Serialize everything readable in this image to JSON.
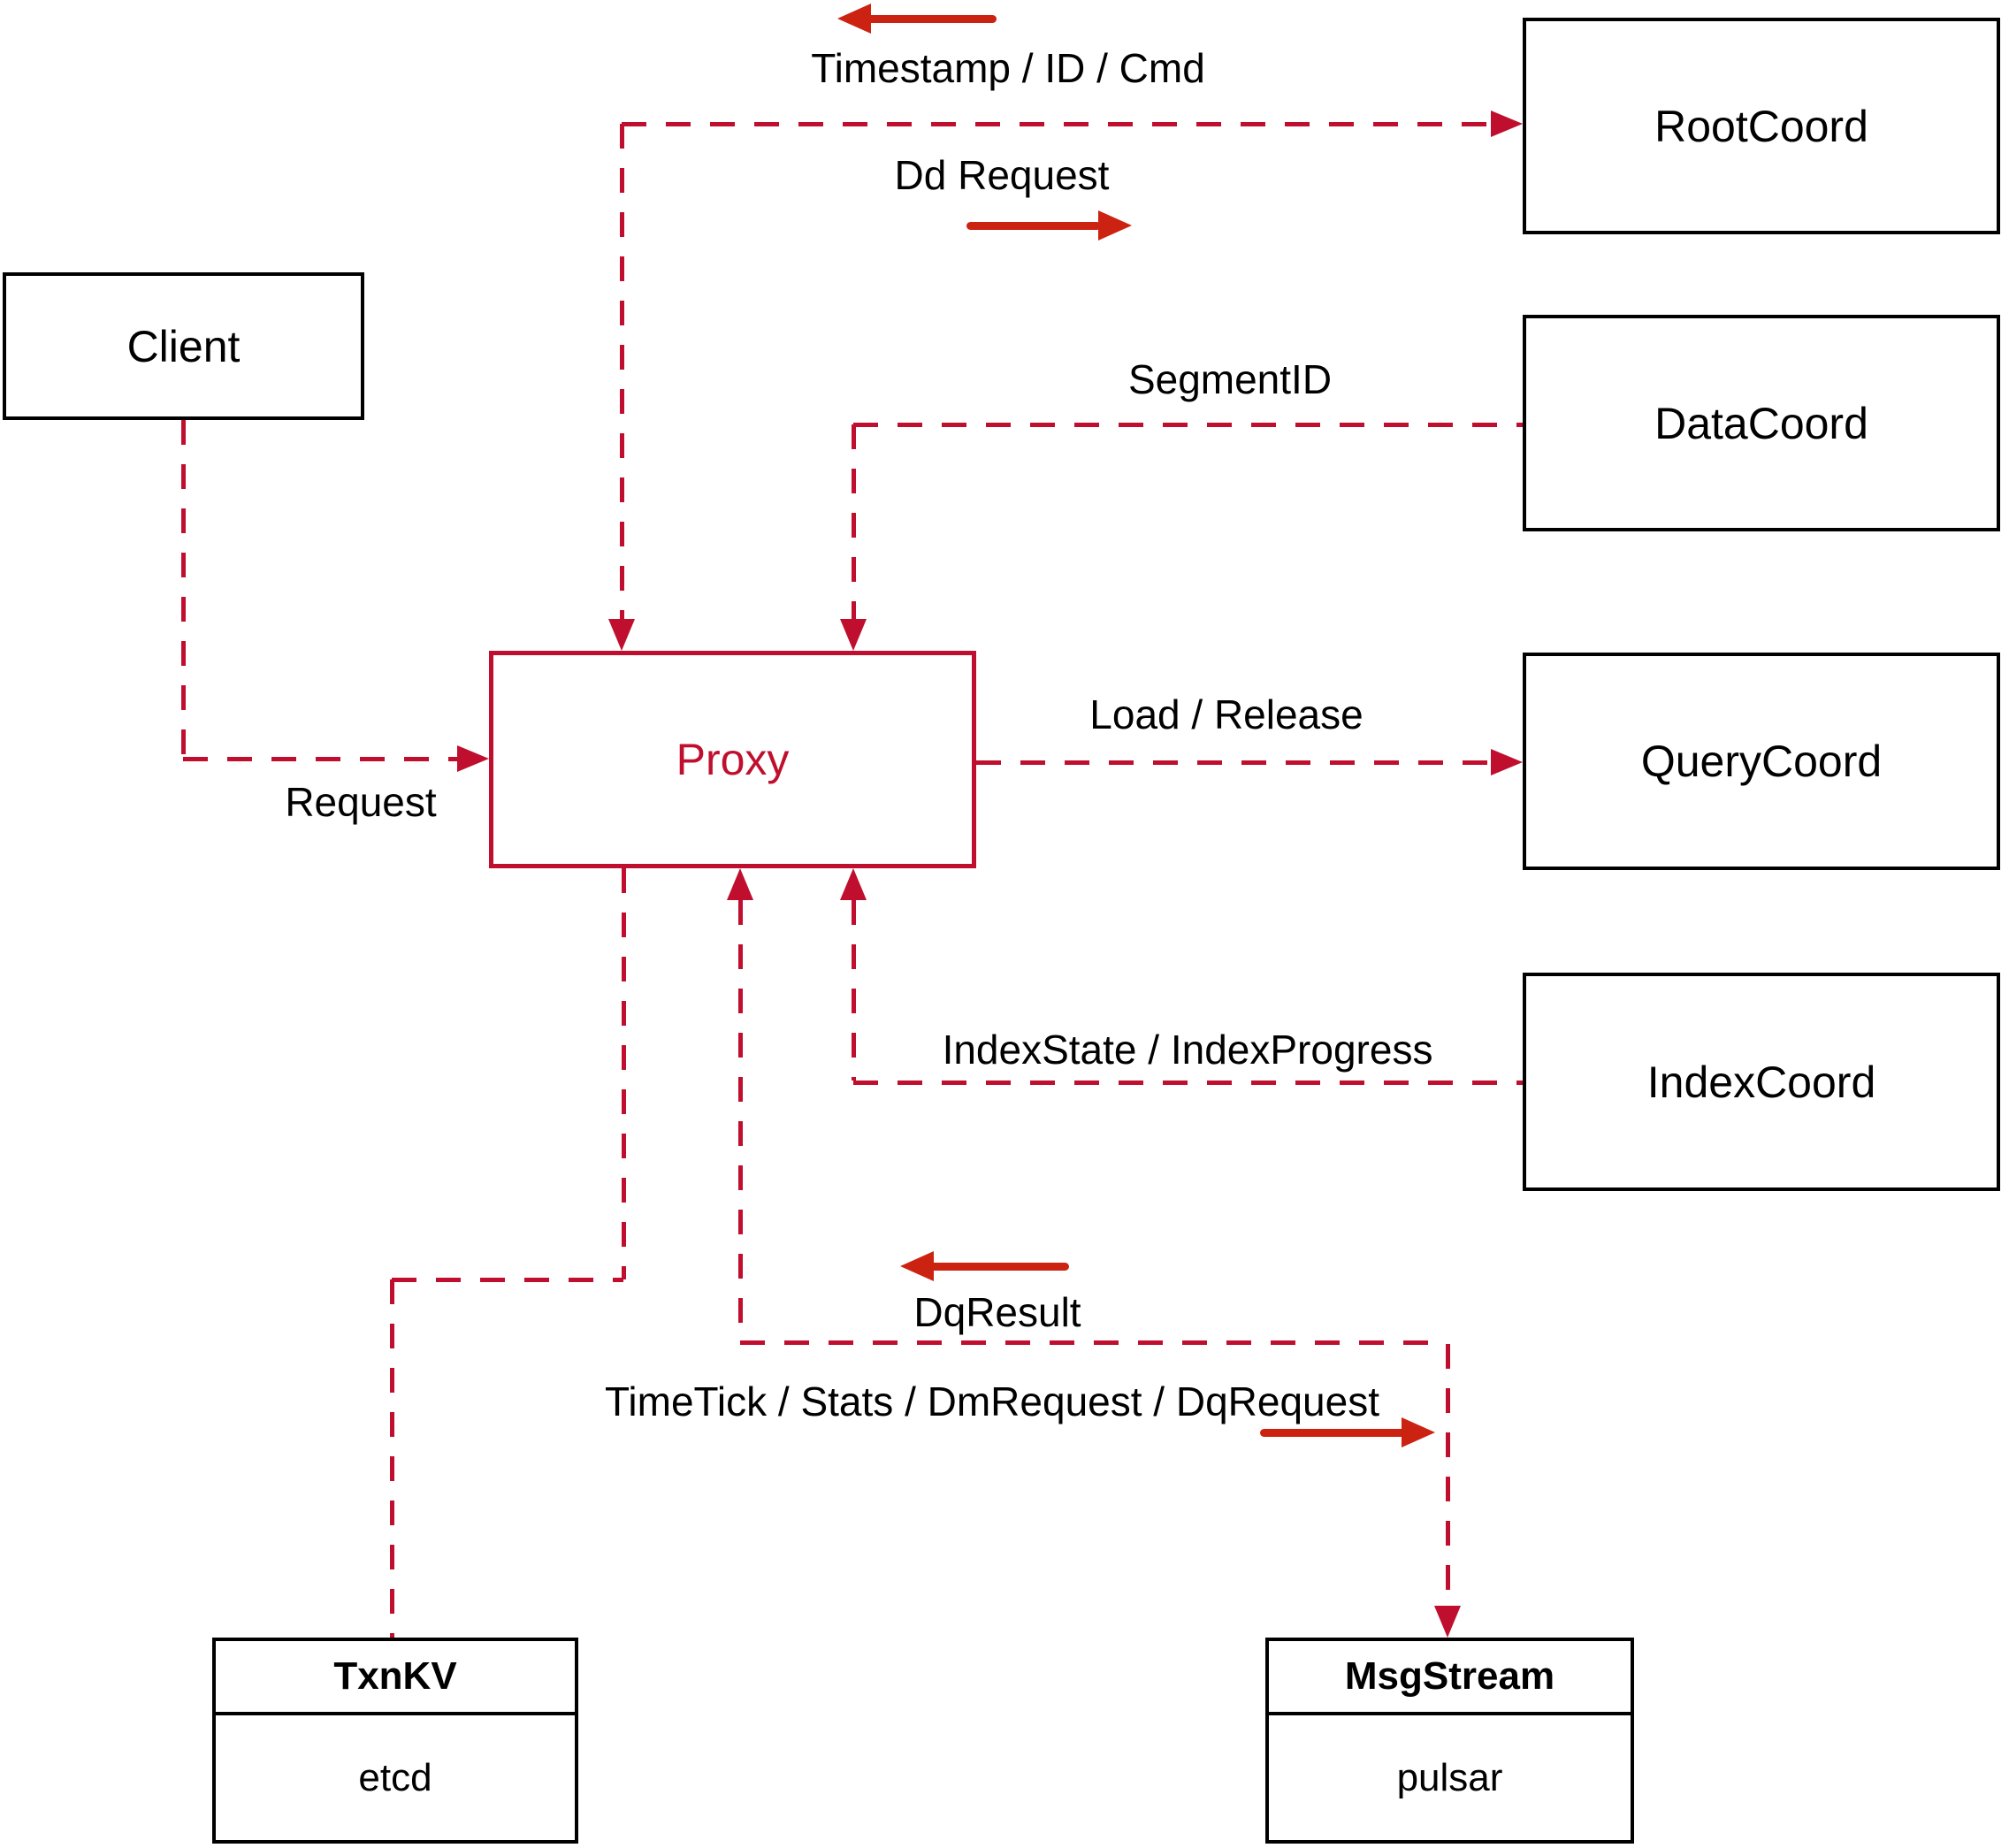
{
  "diagram": {
    "nodes": {
      "client": {
        "label": "Client"
      },
      "proxy": {
        "label": "Proxy"
      },
      "root_coord": {
        "label": "RootCoord"
      },
      "data_coord": {
        "label": "DataCoord"
      },
      "query_coord": {
        "label": "QueryCoord"
      },
      "index_coord": {
        "label": "IndexCoord"
      },
      "txn_kv": {
        "title": "TxnKV",
        "subtitle": "etcd"
      },
      "msg_stream": {
        "title": "MsgStream",
        "subtitle": "pulsar"
      }
    },
    "edge_labels": {
      "timestamp_id_cmd": "Timestamp / ID / Cmd",
      "dd_request": "Dd Request",
      "segment_id": "SegmentID",
      "load_release": "Load / Release",
      "request": "Request",
      "index_state": "IndexState / IndexProgress",
      "dq_result": "DqResult",
      "time_tick": "TimeTick / Stats / DmRequest / DqRequest"
    },
    "edges": [
      {
        "from": "Client",
        "to": "Proxy",
        "direction": "forward",
        "labels": [
          "Request"
        ]
      },
      {
        "from": "Proxy",
        "to": "RootCoord",
        "direction": "bidirectional",
        "labels": [
          "Dd Request",
          "Timestamp / ID / Cmd"
        ]
      },
      {
        "from": "DataCoord",
        "to": "Proxy",
        "direction": "forward",
        "labels": [
          "SegmentID"
        ]
      },
      {
        "from": "Proxy",
        "to": "QueryCoord",
        "direction": "forward",
        "labels": [
          "Load / Release"
        ]
      },
      {
        "from": "IndexCoord",
        "to": "Proxy",
        "direction": "forward",
        "labels": [
          "IndexState / IndexProgress"
        ]
      },
      {
        "from": "Proxy",
        "to": "MsgStream",
        "direction": "bidirectional",
        "labels": [
          "TimeTick / Stats / DmRequest / DqRequest",
          "DqResult"
        ]
      },
      {
        "from": "Proxy",
        "to": "TxnKV",
        "direction": "none",
        "labels": []
      }
    ],
    "colors": {
      "dashed_line": "#c00f2e",
      "solid_arrow": "#cc2211",
      "box_border": "#000000",
      "text": "#000000",
      "proxy_accent": "#c00f2e",
      "background": "#ffffff"
    }
  }
}
